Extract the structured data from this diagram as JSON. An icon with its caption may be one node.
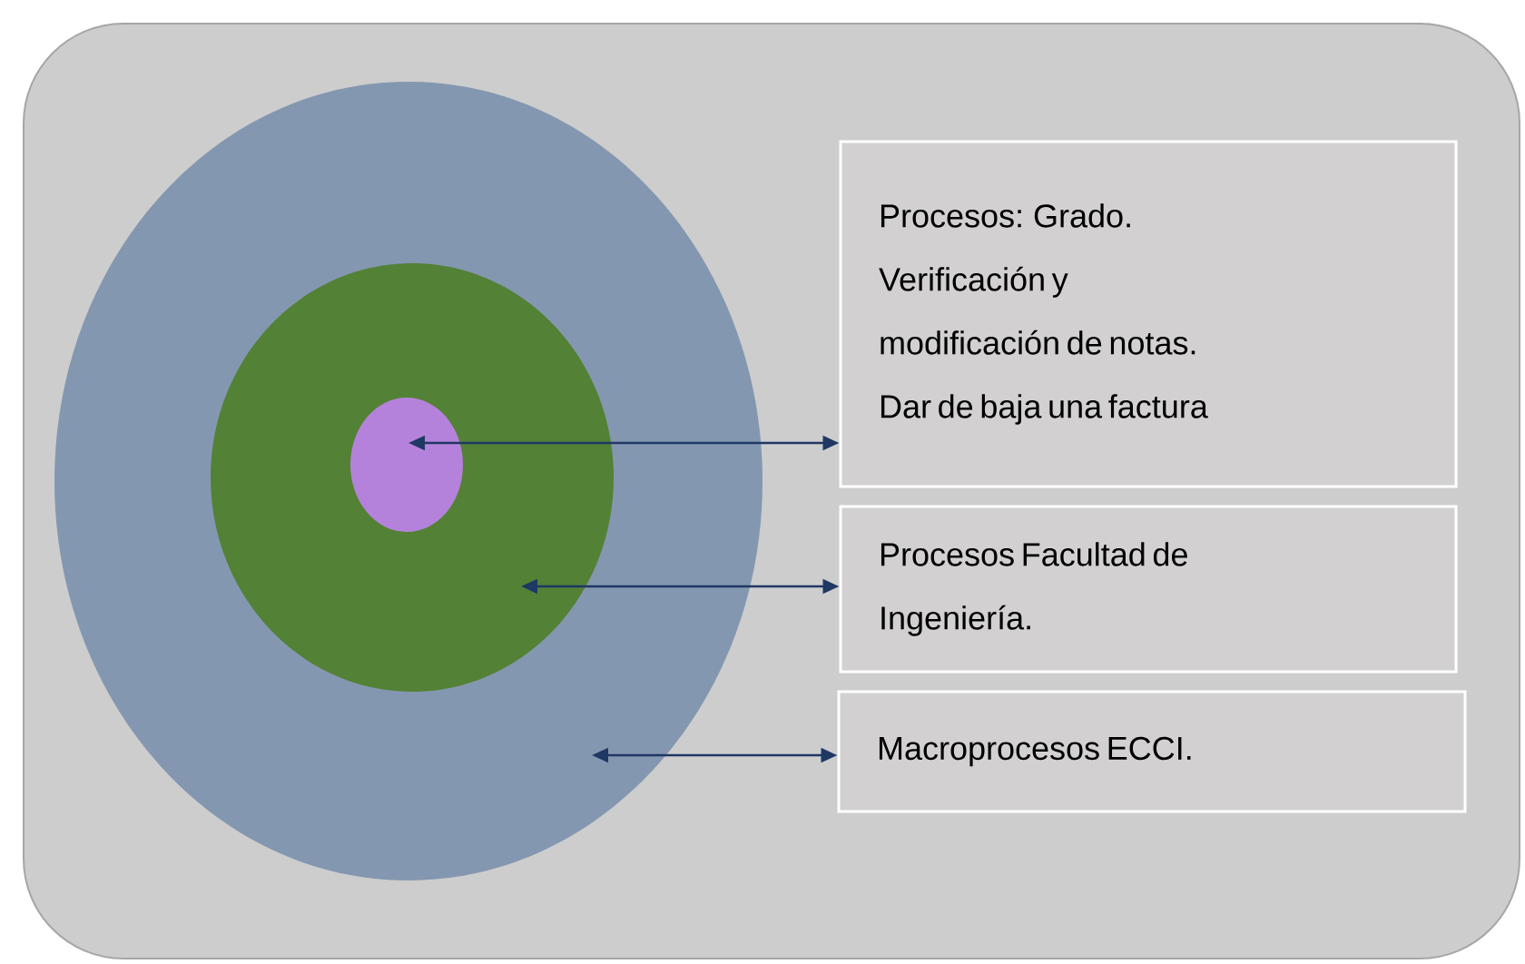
{
  "diagram": {
    "nodes": [
      {
        "text": [],
        "shape": "ellipse"
      },
      {
        "text": [],
        "shape": "ellipse",
        "in": 0
      },
      {
        "text": [],
        "shape": "ellipse",
        "in": 1
      },
      {
        "text": [
          "Procesos: Grado. Verificación y modificación de notas. Dar de baja una factura"
        ]
      },
      {
        "text": [
          "Procesos Facultad de Ingeniería."
        ]
      },
      {
        "text": [
          "Macroprocesos ECCI."
        ]
      }
    ],
    "edges": [
      {
        "from": 2,
        "to": 3,
        "arrow": "both"
      },
      {
        "from": 1,
        "to": 4,
        "arrow": "both"
      },
      {
        "from": 0,
        "to": 5,
        "arrow": "both"
      }
    ]
  }
}
